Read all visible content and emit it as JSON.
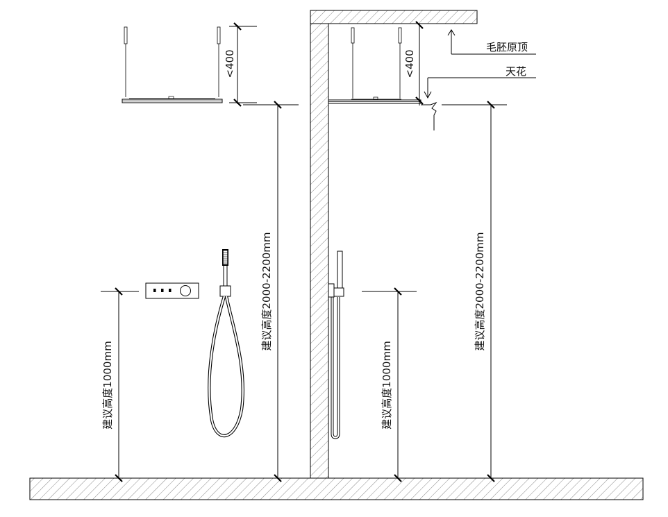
{
  "labels": {
    "left_ceiling_gap": "<400",
    "right_ceiling_gap": "<400",
    "rough_ceiling": "毛胚原顶",
    "finished_ceiling": "天花",
    "left_overhead_height": "建议高度2000-2200mm",
    "left_valve_height": "建议高度1000mm",
    "right_valve_height": "建议高度1000mm",
    "right_overhead_height": "建议高度2000-2200mm"
  },
  "colors": {
    "line": "#000000",
    "background": "#ffffff"
  }
}
